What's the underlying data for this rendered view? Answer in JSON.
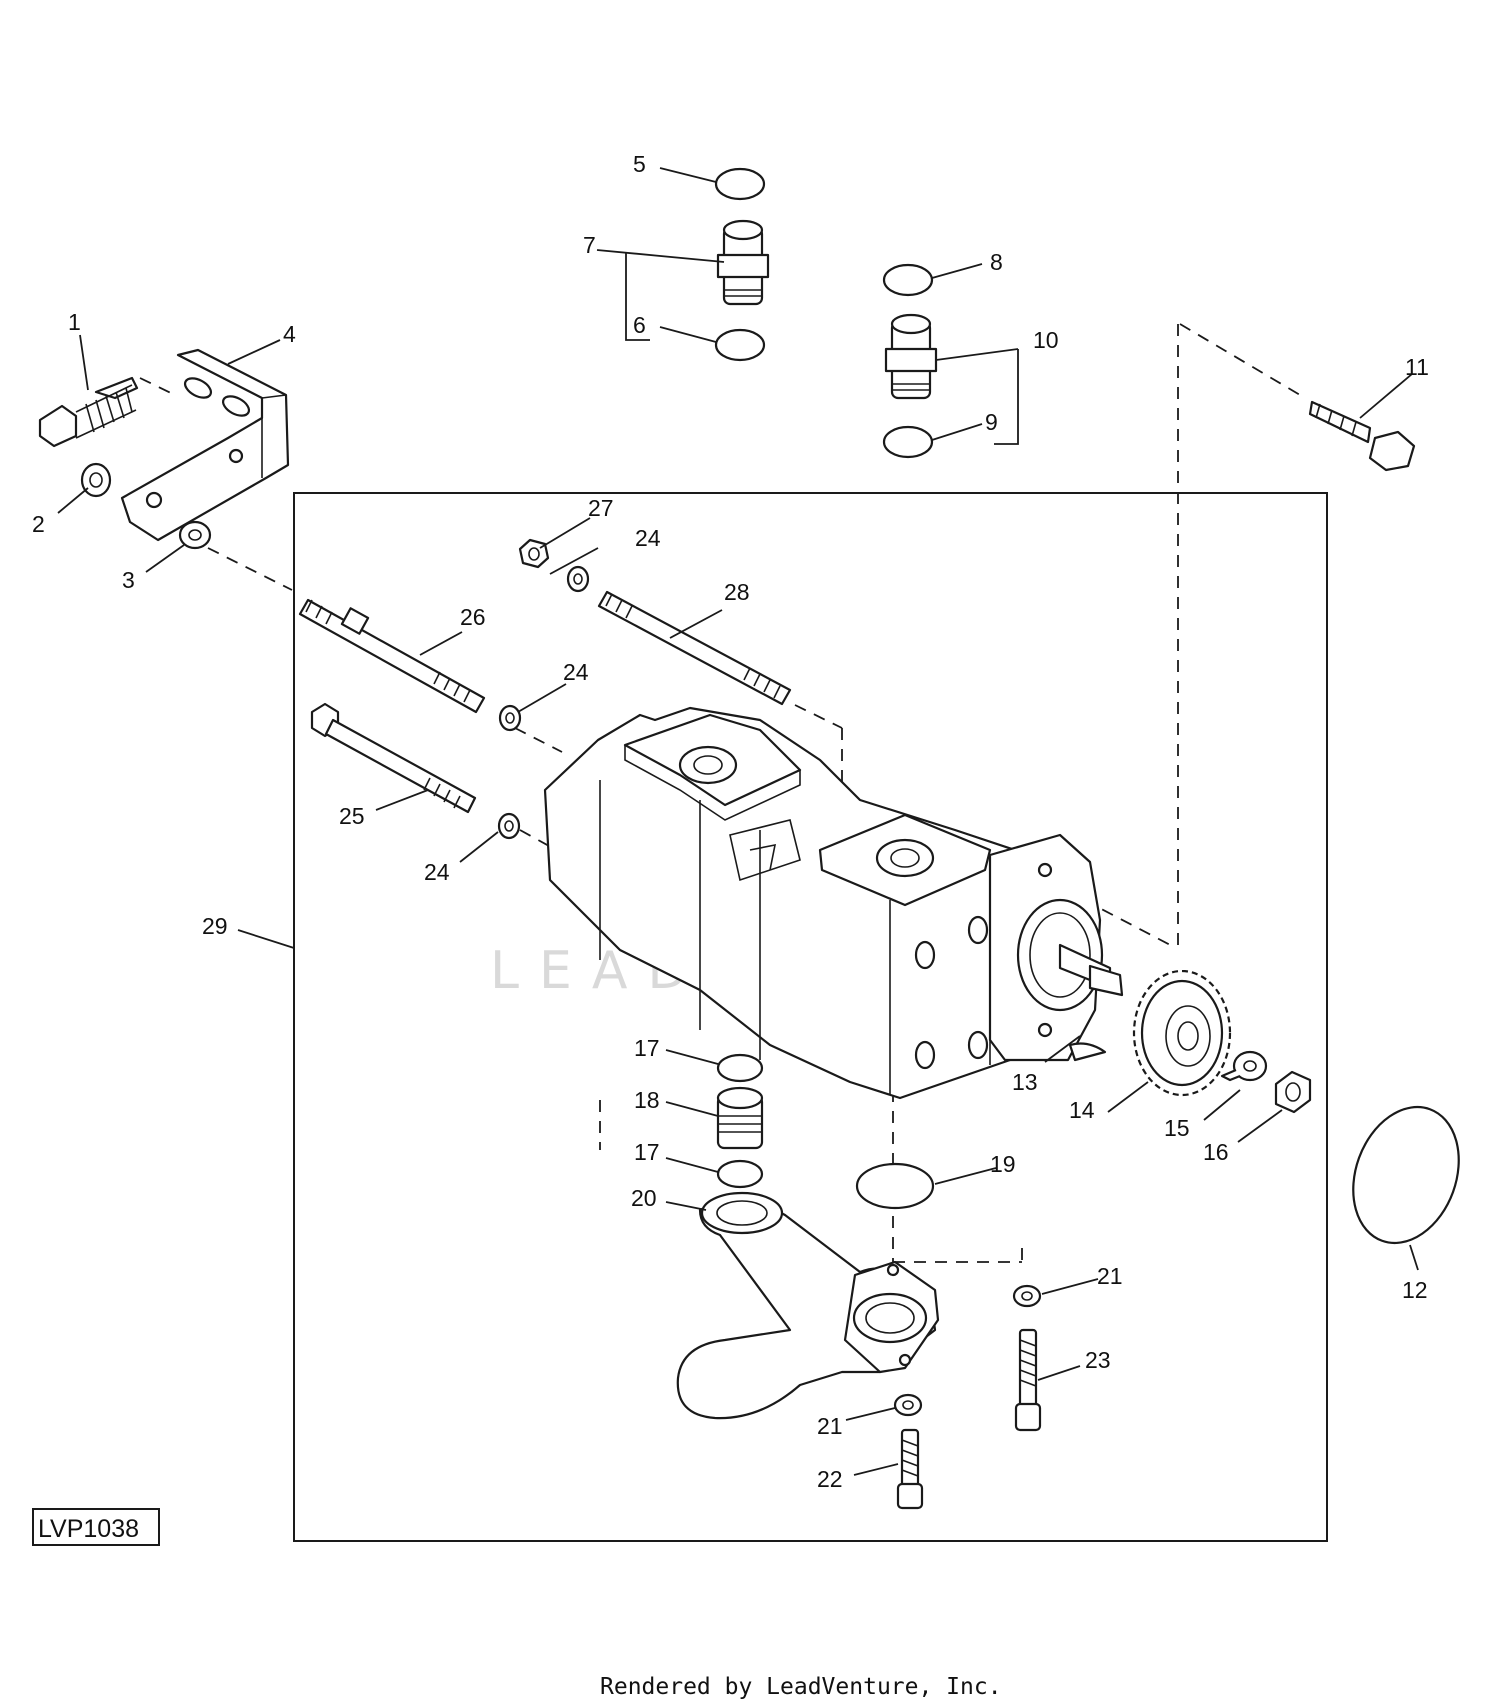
{
  "figure_id": "LVP1038",
  "watermark": "LEADVENTURE",
  "footer": "Rendered by LeadVenture, Inc.",
  "callouts": {
    "c1": "1",
    "c2": "2",
    "c3": "3",
    "c4": "4",
    "c5": "5",
    "c6": "6",
    "c7": "7",
    "c8": "8",
    "c9": "9",
    "c10": "10",
    "c11": "11",
    "c12": "12",
    "c13": "13",
    "c14": "14",
    "c15": "15",
    "c16": "16",
    "c17a": "17",
    "c17b": "17",
    "c18": "18",
    "c19": "19",
    "c20": "20",
    "c21a": "21",
    "c21b": "21",
    "c22": "22",
    "c23": "23",
    "c24a": "24",
    "c24b": "24",
    "c24c": "24",
    "c25": "25",
    "c26": "26",
    "c27": "27",
    "c28": "28",
    "c29": "29"
  }
}
